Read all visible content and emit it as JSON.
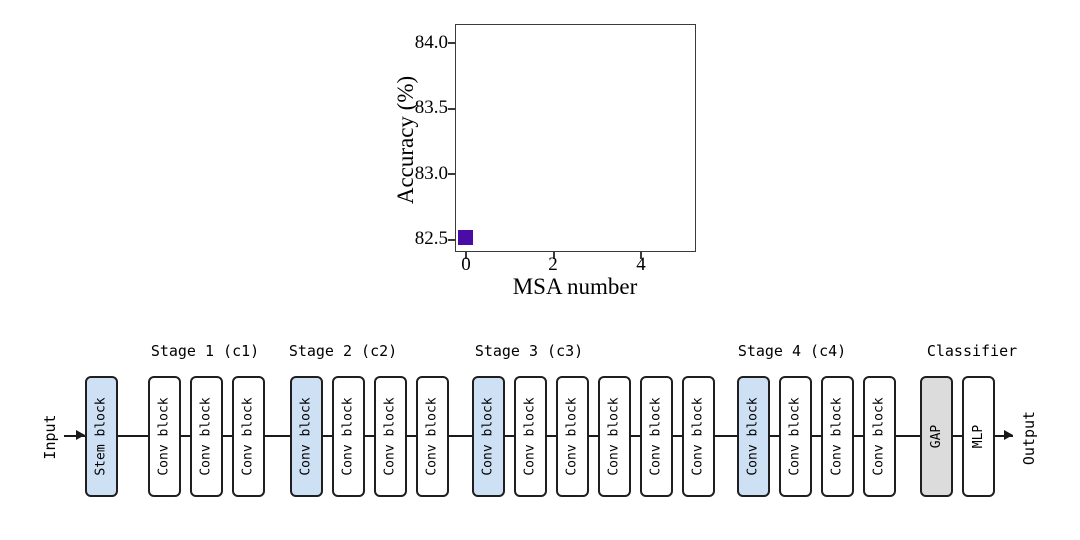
{
  "chart": {
    "ylabel": "Accuracy (%)",
    "xlabel": "MSA number",
    "yticks": [
      "84.0",
      "83.5",
      "83.0",
      "82.5"
    ],
    "xticks": [
      "0",
      "2",
      "4"
    ],
    "marker_color": "#4b0ba6"
  },
  "chart_data": {
    "type": "scatter",
    "title": "",
    "xlabel": "MSA number",
    "ylabel": "Accuracy (%)",
    "xlim": [
      -0.25,
      5.25
    ],
    "ylim": [
      82.4,
      84.15
    ],
    "xticks": [
      0,
      2,
      4
    ],
    "yticks": [
      82.5,
      83.0,
      83.5,
      84.0
    ],
    "grid": false,
    "legend_position": "none",
    "series": [
      {
        "marker": "square",
        "color": "#4b0ba6",
        "points": [
          [
            0,
            82.5
          ]
        ]
      }
    ]
  },
  "diagram": {
    "input_label": "Input",
    "output_label": "Output",
    "colors": {
      "highlight": "#cee1f4",
      "plain": "#ffffff",
      "classifier": "#dcdcdc",
      "border": "#1f1f1f"
    },
    "groups": [
      {
        "label": "",
        "blocks": [
          {
            "text": "Stem block",
            "type": "highlight"
          }
        ]
      },
      {
        "label": "Stage 1 (c1)",
        "blocks": [
          {
            "text": "Conv block",
            "type": "plain"
          },
          {
            "text": "Conv block",
            "type": "plain"
          },
          {
            "text": "Conv block",
            "type": "plain"
          }
        ]
      },
      {
        "label": "Stage 2 (c2)",
        "blocks": [
          {
            "text": "Conv block",
            "type": "highlight"
          },
          {
            "text": "Conv block",
            "type": "plain"
          },
          {
            "text": "Conv block",
            "type": "plain"
          },
          {
            "text": "Conv block",
            "type": "plain"
          }
        ]
      },
      {
        "label": "Stage 3 (c3)",
        "blocks": [
          {
            "text": "Conv block",
            "type": "highlight"
          },
          {
            "text": "Conv block",
            "type": "plain"
          },
          {
            "text": "Conv block",
            "type": "plain"
          },
          {
            "text": "Conv block",
            "type": "plain"
          },
          {
            "text": "Conv block",
            "type": "plain"
          },
          {
            "text": "Conv block",
            "type": "plain"
          }
        ]
      },
      {
        "label": "Stage 4 (c4)",
        "blocks": [
          {
            "text": "Conv block",
            "type": "highlight"
          },
          {
            "text": "Conv block",
            "type": "plain"
          },
          {
            "text": "Conv block",
            "type": "plain"
          },
          {
            "text": "Conv block",
            "type": "plain"
          }
        ]
      },
      {
        "label": "Classifier",
        "blocks": [
          {
            "text": "GAP",
            "type": "classifier"
          },
          {
            "text": "MLP",
            "type": "plain"
          }
        ]
      }
    ]
  }
}
